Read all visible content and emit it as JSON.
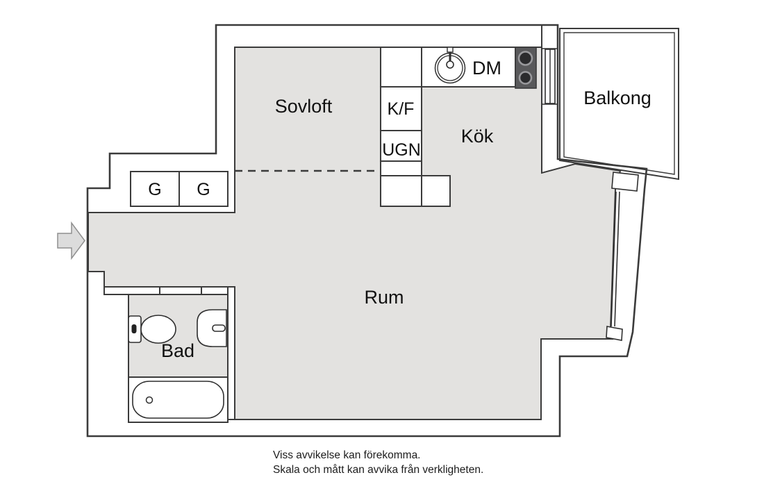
{
  "floorplan": {
    "rooms": {
      "sovloft": "Sovloft",
      "kok": "Kök",
      "rum": "Rum",
      "bad": "Bad",
      "balkong": "Balkong"
    },
    "fixtures": {
      "dishwasher": "DM",
      "fridge_freezer": "K/F",
      "oven": "UGN",
      "wardrobe_left": "G",
      "wardrobe_right": "G"
    },
    "disclaimer": {
      "line1": "Viss avvikelse kan förekomma.",
      "line2": "Skala och mått kan avvika från verkligheten."
    },
    "colors": {
      "background": "#ffffff",
      "floor": "#e3e2e0",
      "wall": "#3b3b3b",
      "stove_body": "#59595b",
      "burner": "#2b2b2d",
      "burner_ring": "#99999c",
      "arrow_fill": "#dcdcdc",
      "arrow_stroke": "#8f8f8f"
    }
  }
}
